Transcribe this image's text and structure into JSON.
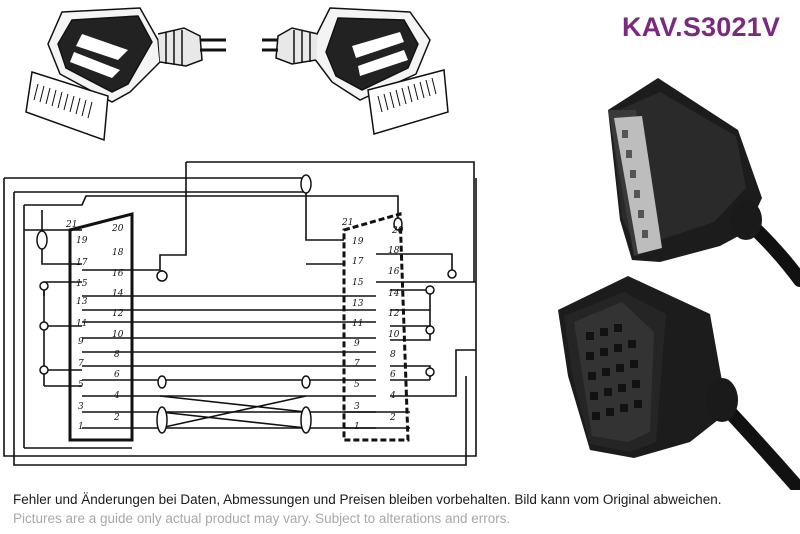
{
  "product_code": "KAV.S3021V",
  "disclaimer_de": "Fehler und Änderungen bei Daten, Abmessungen und Preisen bleiben vorbehalten. Bild kann vom Original abweichen.",
  "disclaimer_en": "Pictures are a guide only actual product may vary. Subject to alterations and errors.",
  "connector_left": {
    "pins_left_column": [
      "21",
      "19",
      "17",
      "15",
      "13",
      "11",
      "9",
      "7",
      "5",
      "3",
      "1"
    ],
    "pins_right_column": [
      "20",
      "18",
      "16",
      "14",
      "12",
      "10",
      "8",
      "6",
      "4",
      "2"
    ]
  },
  "connector_right": {
    "pins_left_column": [
      "21",
      "19",
      "17",
      "15",
      "13",
      "11",
      "9",
      "7",
      "5",
      "3",
      "1"
    ],
    "pins_right_column": [
      "20",
      "18",
      "16",
      "14",
      "12",
      "10",
      "8",
      "6",
      "4",
      "2"
    ]
  },
  "colors": {
    "brand": "#7a2a7f",
    "diagram": "#111111",
    "photo_plug": "#1c1c1c"
  },
  "icons": [
    "scart-plug-drawing-left",
    "scart-plug-drawing-right",
    "scart-plug-photo-top",
    "scart-plug-photo-bottom"
  ]
}
